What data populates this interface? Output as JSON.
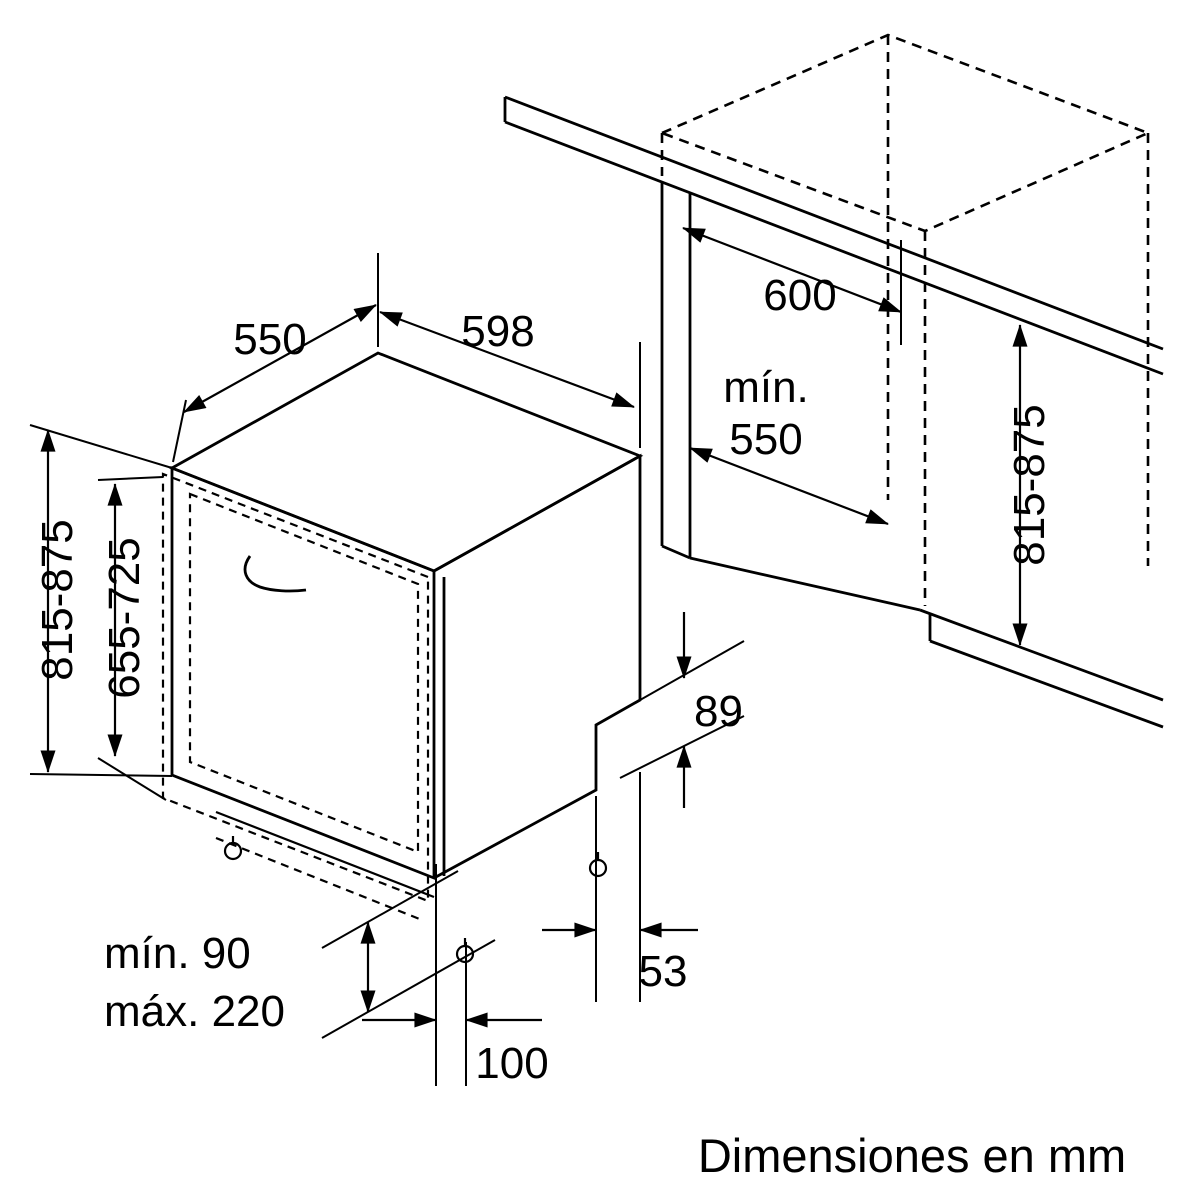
{
  "caption": "Dimensiones en mm",
  "appliance": {
    "top_depth": "550",
    "top_width": "598",
    "overall_height_range": "815-875",
    "door_panel_height_range": "655-725",
    "plinth_min": "mín. 90",
    "plinth_max": "máx. 220",
    "foot_inset": "100",
    "rear_recess_height": "89",
    "rear_recess_depth": "53"
  },
  "niche": {
    "worktop_depth": "600",
    "min_label": "mín.",
    "min_depth": "550",
    "niche_height_range": "815-875"
  },
  "colors": {
    "line": "#000000",
    "text": "#000000",
    "background": "#ffffff"
  }
}
